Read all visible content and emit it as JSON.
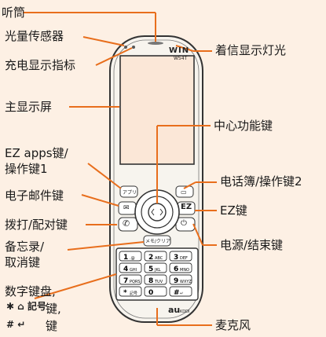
{
  "labels": {
    "earpiece": "听筒",
    "light_sensor": "光量传感器",
    "charge_indicator": "充电显示指标",
    "main_display": "主显示屏",
    "ez_apps_key": "EZ apps键/",
    "ez_apps_key_2": "操作键1",
    "email_key": "电子邮件键",
    "call_pair_key": "拨打/配对键",
    "memo_key": "备忘录/",
    "memo_key_2": "取消键",
    "keypad": "数字键盘,",
    "keypad_2": "键,",
    "keypad_3": "键",
    "incoming_light": "着信显示灯光",
    "center_key": "中心功能键",
    "phonebook_key": "电话簿/操作键2",
    "ez_key": "EZ键",
    "power_end_key": "电源/结束键",
    "microphone": "麦克风"
  },
  "phone": {
    "brand_top": "WIN",
    "model_top": "W54T",
    "brand_bottom": "au",
    "brand_bottom_sub": "KDDI",
    "apps_key": "アプリ",
    "memo_key_label": "メモ/クリア",
    "ez_key_glyph": "EZ",
    "keys": [
      "1",
      "2",
      "3",
      "4",
      "5",
      "6",
      "7",
      "8",
      "9",
      "*",
      "0",
      "#"
    ],
    "key_subs": [
      ".@",
      "ABC",
      "DEF",
      "GHI",
      "JKL",
      "MNO",
      "PQRS",
      "TUV",
      "WXYZ",
      "記号",
      "",
      "↵"
    ]
  },
  "colors": {
    "background": "#fdf0e4",
    "phone_body": "#f7f4ee",
    "phone_outline": "#333333",
    "leader": "#e86e1c",
    "screen": "#fbe7d7"
  }
}
